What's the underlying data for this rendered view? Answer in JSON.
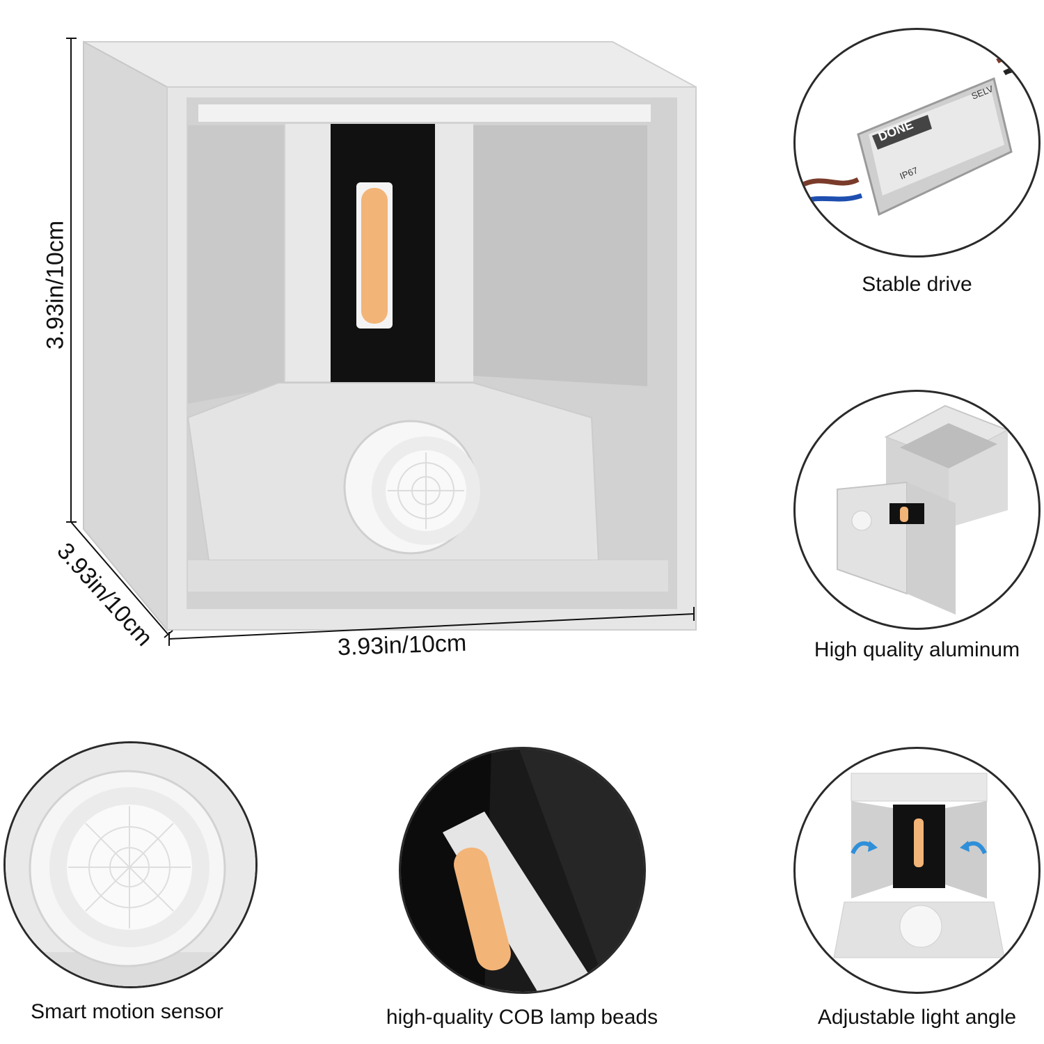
{
  "main_product": {
    "dimensions": {
      "height_label": "3.93in/10cm",
      "depth_label": "3.93in/10cm",
      "width_label": "3.93in/10cm"
    }
  },
  "features": [
    {
      "caption": "Stable drive",
      "icon": "led-driver-icon"
    },
    {
      "caption": "High quality aluminum",
      "icon": "aluminum-housing-icon"
    },
    {
      "caption": "Smart motion sensor",
      "icon": "motion-sensor-icon"
    },
    {
      "caption": "high-quality COB lamp beads",
      "icon": "cob-led-icon"
    },
    {
      "caption": "Adjustable light angle",
      "icon": "adjustable-angle-icon"
    }
  ],
  "driver_label": {
    "brand": "DONE",
    "rating": "IP67",
    "class": "SELV"
  },
  "colors": {
    "housing": "#e3e3e3",
    "led": "#f3b477",
    "arrow": "#2f8fd8"
  }
}
